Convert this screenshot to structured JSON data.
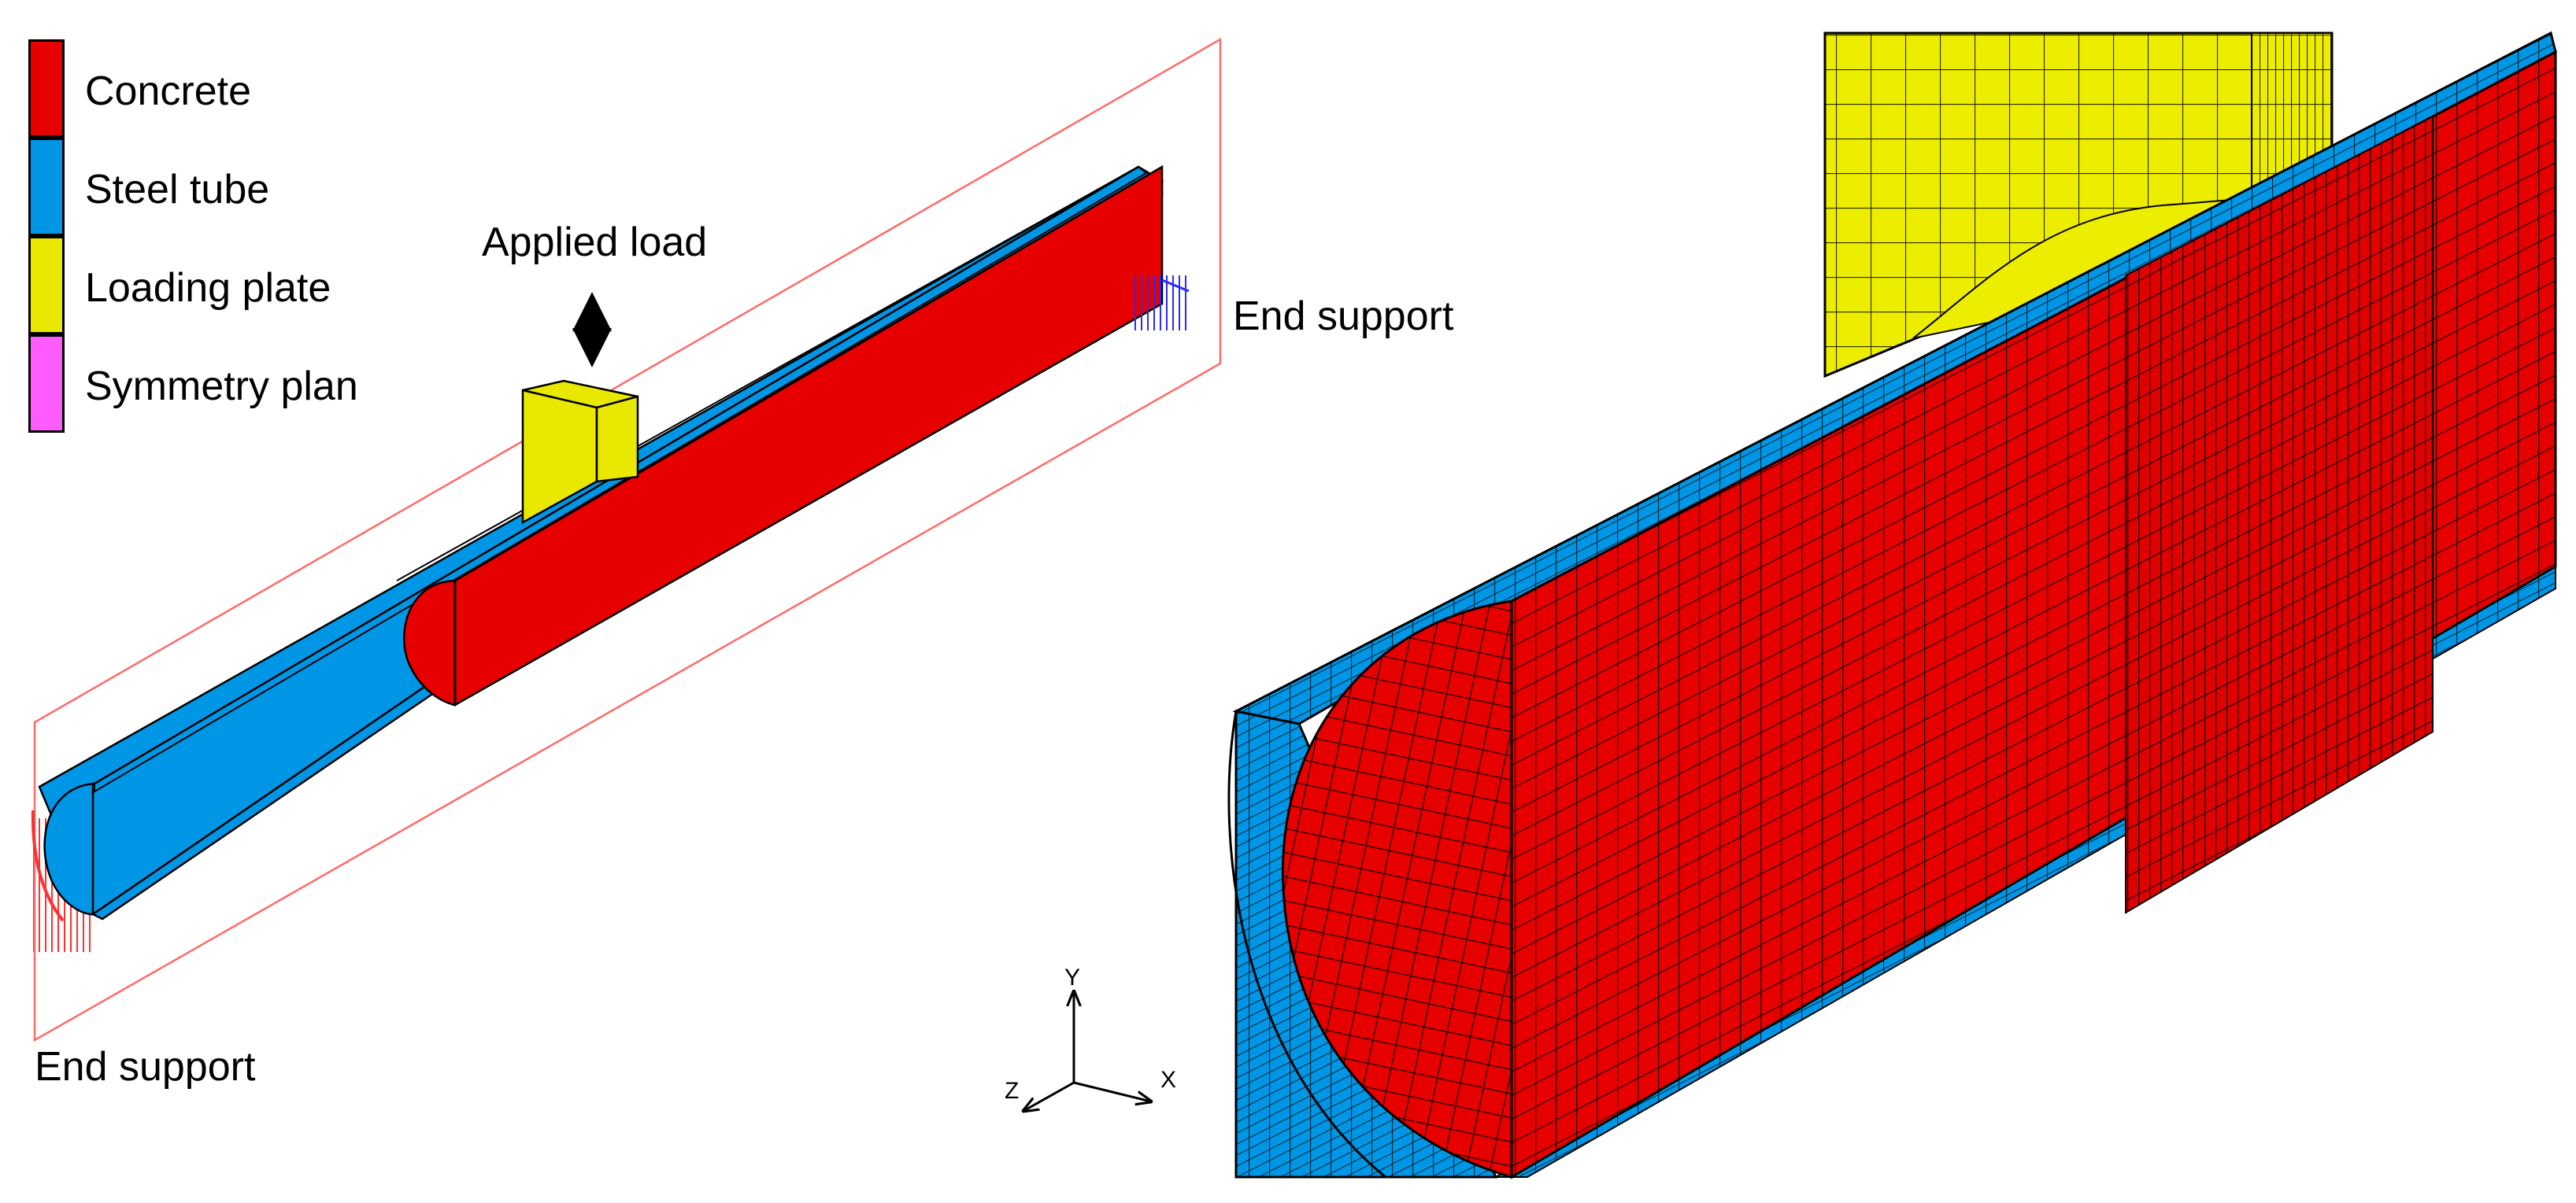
{
  "legend": {
    "items": [
      {
        "label": "Concrete",
        "color": "#e60000"
      },
      {
        "label": "Steel tube",
        "color": "#0096e6"
      },
      {
        "label": "Loading plate",
        "color": "#e8e800"
      },
      {
        "label": "Symmetry plan",
        "color": "#ff5cff"
      }
    ]
  },
  "labels": {
    "applied_load": "Applied load",
    "end_support_right": "End support",
    "end_support_left": "End support"
  },
  "axes": {
    "x": "X",
    "y": "Y",
    "z": "Z"
  },
  "colors": {
    "concrete": "#e60000",
    "steel": "#0096e6",
    "plate": "#e8e800",
    "symmetry_outline": "#ff6a6a",
    "support_left": "#ff3030",
    "support_right": "#2a2aff",
    "mesh_line": "#101010"
  }
}
